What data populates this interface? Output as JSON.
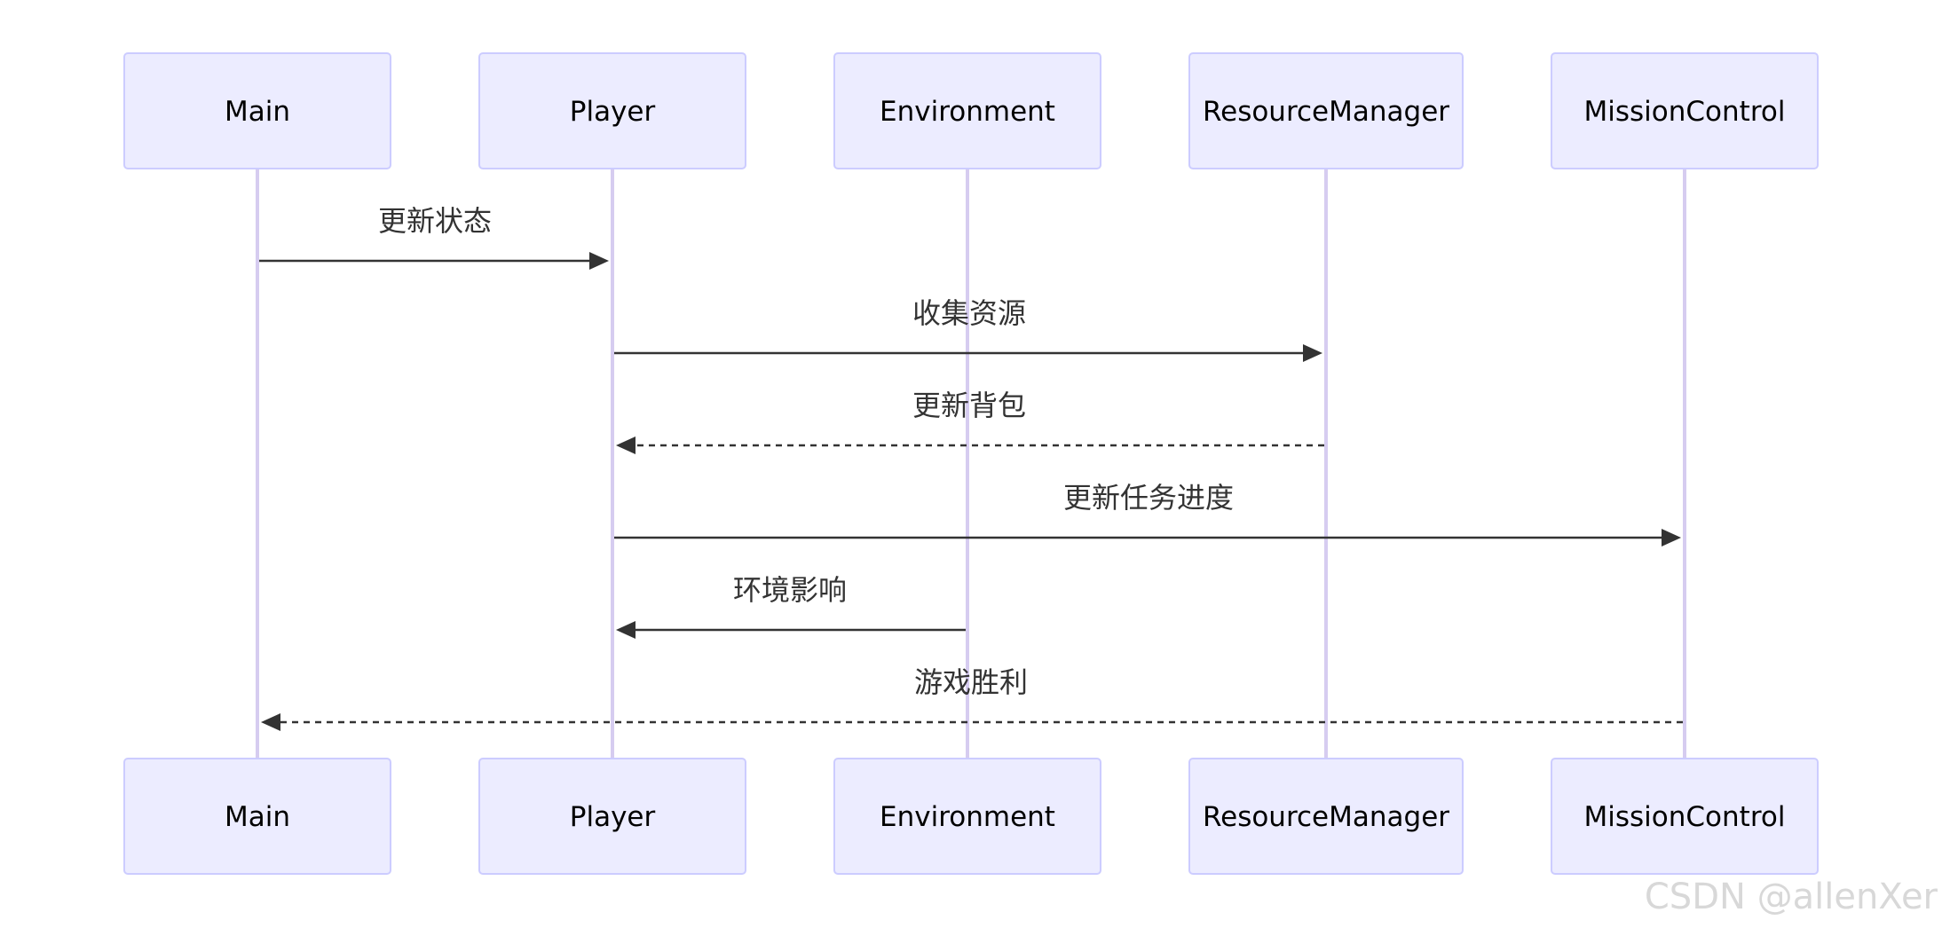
{
  "diagram": {
    "type": "sequence",
    "participants": [
      {
        "id": "main",
        "label": "Main"
      },
      {
        "id": "player",
        "label": "Player"
      },
      {
        "id": "environment",
        "label": "Environment"
      },
      {
        "id": "resource",
        "label": "ResourceManager"
      },
      {
        "id": "mission",
        "label": "MissionControl"
      }
    ],
    "messages": [
      {
        "from": "main",
        "to": "player",
        "label": "更新状态",
        "style": "solid"
      },
      {
        "from": "player",
        "to": "resource",
        "label": "收集资源",
        "style": "solid"
      },
      {
        "from": "resource",
        "to": "player",
        "label": "更新背包",
        "style": "dashed"
      },
      {
        "from": "player",
        "to": "mission",
        "label": "更新任务进度",
        "style": "solid"
      },
      {
        "from": "environment",
        "to": "player",
        "label": "环境影响",
        "style": "solid"
      },
      {
        "from": "mission",
        "to": "main",
        "label": "游戏胜利",
        "style": "dashed"
      }
    ]
  },
  "watermark": "CSDN @allenXer"
}
